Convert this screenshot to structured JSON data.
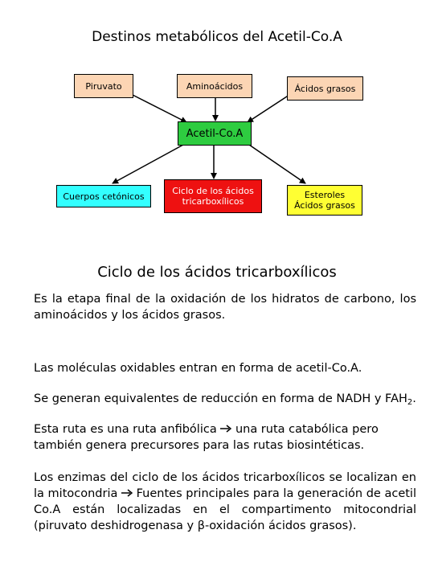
{
  "diagram": {
    "title": "Destinos metabólicos del Acetil-Co.A",
    "inputs": {
      "piruvato": "Piruvato",
      "aminoacidos": "Aminoácidos",
      "acidos_grasos": "Ácidos grasos"
    },
    "center": "Acetil-Co.A",
    "outputs": {
      "cuerpos": "Cuerpos cetónicos",
      "ciclo_line1": "Ciclo de los ácidos",
      "ciclo_line2": "tricarboxílicos",
      "esteroles_line1": "Esteroles",
      "esteroles_line2": "Ácidos grasos"
    }
  },
  "section": {
    "heading": "Ciclo de los ácidos tricarboxílicos",
    "p1": "Es la etapa final de la oxidación de los hidratos de carbono, los aminoácidos y los ácidos grasos.",
    "p2": "Las moléculas oxidables entran en forma de acetil-Co.A.",
    "p3_a": "Se generan equivalentes de reducción en forma de NADH y FAH",
    "p3_sub": "2",
    "p3_b": ".",
    "p4_a": "Esta ruta es una ruta anfibólica",
    "p4_b": "una ruta catabólica pero también genera precursores para las rutas biosintéticas.",
    "p5_a": "Los enzimas del ciclo de los ácidos tricarboxílicos se localizan en la mitocondria",
    "p5_b": "Fuentes principales para la generación de acetil Co.A están localizadas en el compartimento mitocondrial (piruvato deshidrogenasa y",
    "p5_beta": "β",
    "p5_c": "-oxidación ácidos grasos)."
  },
  "icons": {
    "arrow": "right-arrow-icon"
  },
  "colors": {
    "peach": "#fcd5b4",
    "green": "#2ecc40",
    "cyan": "#33ffff",
    "red": "#ee1111",
    "yellow": "#ffff33"
  }
}
